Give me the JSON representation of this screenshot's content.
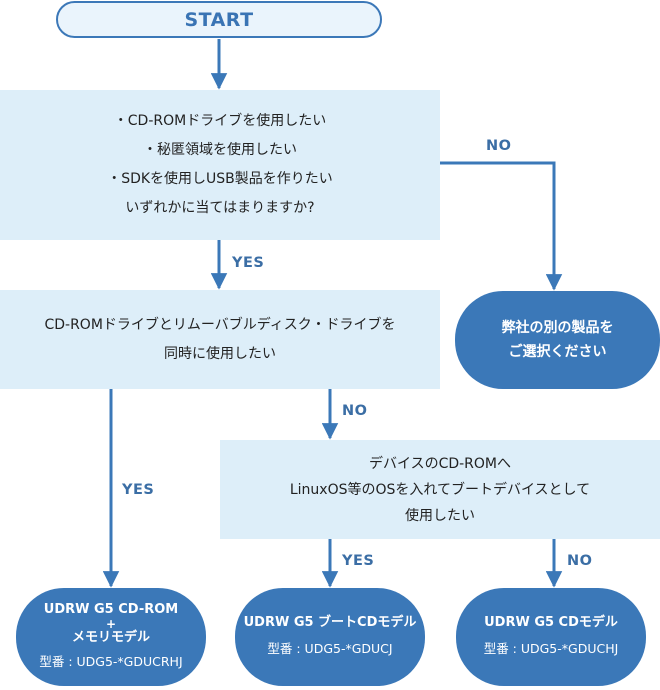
{
  "flowchart": {
    "start": {
      "label": "START"
    },
    "q1": {
      "lines": [
        "・CD-ROMドライブを使用したい",
        "・秘匿領域を使用したい",
        "・SDKを使用しUSB製品を作りたい",
        "いずれかに当てはまりますか?"
      ]
    },
    "q2": {
      "lines": [
        "CD-ROMドライブとリムーバブルディスク・ドライブを",
        "同時に使用したい"
      ]
    },
    "q3": {
      "lines": [
        "デバイスのCD-ROMへ",
        "LinuxOS等のOSを入れてブートデバイスとして",
        "使用したい"
      ]
    },
    "results": {
      "other": {
        "lines": [
          "弊社の別の製品を",
          "ご選択ください"
        ]
      },
      "cdrom_memory": {
        "name": "UDRW G5 CD-ROM",
        "plus": "+",
        "name2": "メモリモデル",
        "model": "型番 : UDG5-*GDUCRHJ"
      },
      "boot_cd": {
        "name": "UDRW G5 ブートCDモデル",
        "model": "型番 : UDG5-*GDUCJ"
      },
      "cd": {
        "name": "UDRW G5 CDモデル",
        "model": "型番 : UDG5-*GDUCHJ"
      }
    },
    "edges": {
      "q1_yes": "YES",
      "q1_no": "NO",
      "q2_yes": "YES",
      "q2_no": "NO",
      "q3_yes": "YES",
      "q3_no": "NO"
    },
    "colors": {
      "result_fill": "#3b78b8",
      "question_fill": "#ddeef9",
      "connector": "#3b78b8",
      "label_text": "#3b6ea5"
    }
  }
}
